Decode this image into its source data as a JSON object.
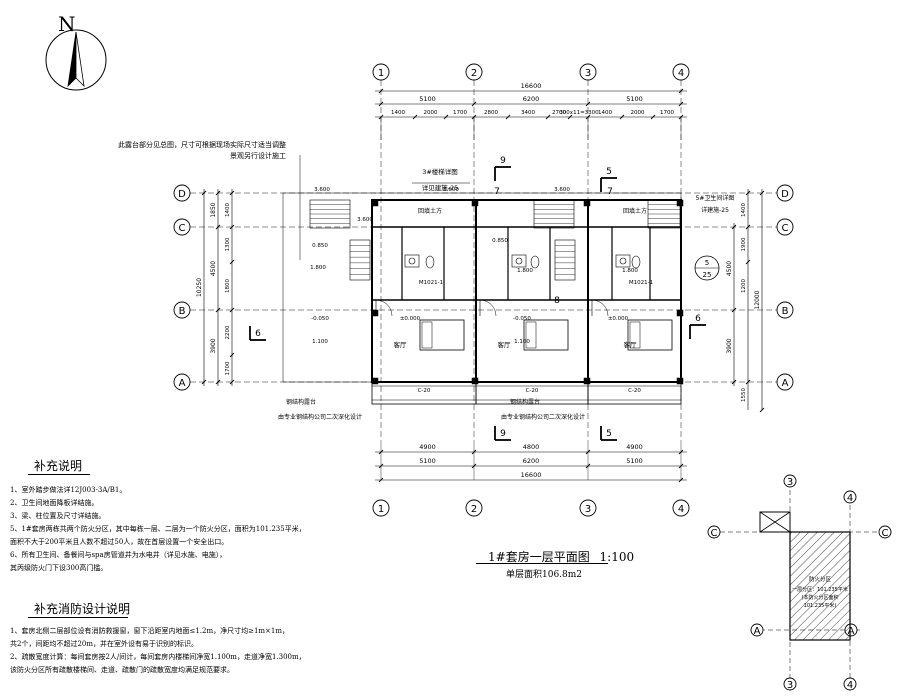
{
  "north_label": "N",
  "grid_cols": [
    "1",
    "2",
    "3",
    "4"
  ],
  "grid_rows": [
    "D",
    "C",
    "B",
    "A"
  ],
  "dims_top_total": "16600",
  "dims_top_bays": [
    "5100",
    "6200",
    "5100"
  ],
  "dims_top_detail": [
    "1400",
    "2000",
    "1700",
    "2800",
    "3400",
    "2700",
    "300x11=3300",
    "1400",
    "2000",
    "1700"
  ],
  "dims_bottom_detail": [
    "4900",
    "4800",
    "4900"
  ],
  "dims_bottom_bays": [
    "5100",
    "6200",
    "5100"
  ],
  "dims_bottom_total": "16600",
  "dims_left_total": "10250",
  "dims_left": [
    "1850",
    "4500",
    "3900"
  ],
  "dims_left_detail": [
    "1400",
    "1300",
    "1800",
    "2200",
    "1700"
  ],
  "dims_right_total": "12000",
  "dims_right": [
    "4500",
    "3900"
  ],
  "dims_right_detail": [
    "1400",
    "1900",
    "1200",
    "1550"
  ],
  "labels": {
    "balcony_note_1": "此露台部分见总图，尺寸可根据现场实际尺寸适当调整",
    "balcony_note_2": "景观另行设计施工",
    "stair_detail": "3#楼梯详图",
    "stair_ref": "详见建施-25",
    "wc_detail": "5#卫生间详图",
    "wc_ref": "详建施-25",
    "backfill": "回填土方",
    "living": "客厅",
    "steel_terrace": "钢结构露台",
    "steel_terrace_note": "由专业钢结构公司二次深化设计",
    "door": "M1021-1",
    "elev_a": "3.600",
    "elev_b": "0.850",
    "elev_c": "1.800",
    "elev_d": "-0.050",
    "elev_e": "±0.000",
    "elev_f": "1.100",
    "beam": "C-20",
    "sec_6": "6",
    "sec_9": "9",
    "sec_5": "5",
    "sec_7": "7",
    "sec_8": "8",
    "callout_num": "5",
    "callout_sheet": "25"
  },
  "notes": {
    "title": "补充说明",
    "lines": [
      "1、室外踏步做法详12J003-3A/B1。",
      "2、卫生间地面降板详结施。",
      "3、梁、柱位置及尺寸详结施。",
      "5、1#套房两栋共两个防火分区，其中每栋一层、二层为一个防火分区，面积为101.235平米，",
      "面积不大于200平米且人数不超过50人，故在首层设置一个安全出口。",
      "6、所有卫生间、备餐间与spa房管道井为水电井（详见水施、电施），",
      "其丙级防火门下设300高门槛。"
    ]
  },
  "fire_notes": {
    "title": "补充消防设计说明",
    "lines": [
      "1、套房北侧二层部位设有消防救援窗，窗下沿距室内地面≤1.2m，净尺寸均≥1m×1m，",
      "共2个，间距均不超过20m，并在室外设有易于识别的标识。",
      "2、疏散宽度计算：每间套房按2人/间计，每间套房内楼梯间净宽1.100m，走道净宽1.300m，",
      "该防火分区所有疏散楼梯间、走道、疏散门的疏散宽度均满足规范要求。"
    ]
  },
  "plan_title": "1#套房一层平面图",
  "plan_scale": "1:100",
  "plan_area": "单层面积106.8m2",
  "key_plan": {
    "cols": [
      "3",
      "4"
    ],
    "rows": [
      "C",
      "A"
    ],
    "zone_label": "防火分区",
    "zone_lines": [
      "一层分区：101.235平米",
      "(本防火分区面积",
      "101.235平米)"
    ]
  }
}
